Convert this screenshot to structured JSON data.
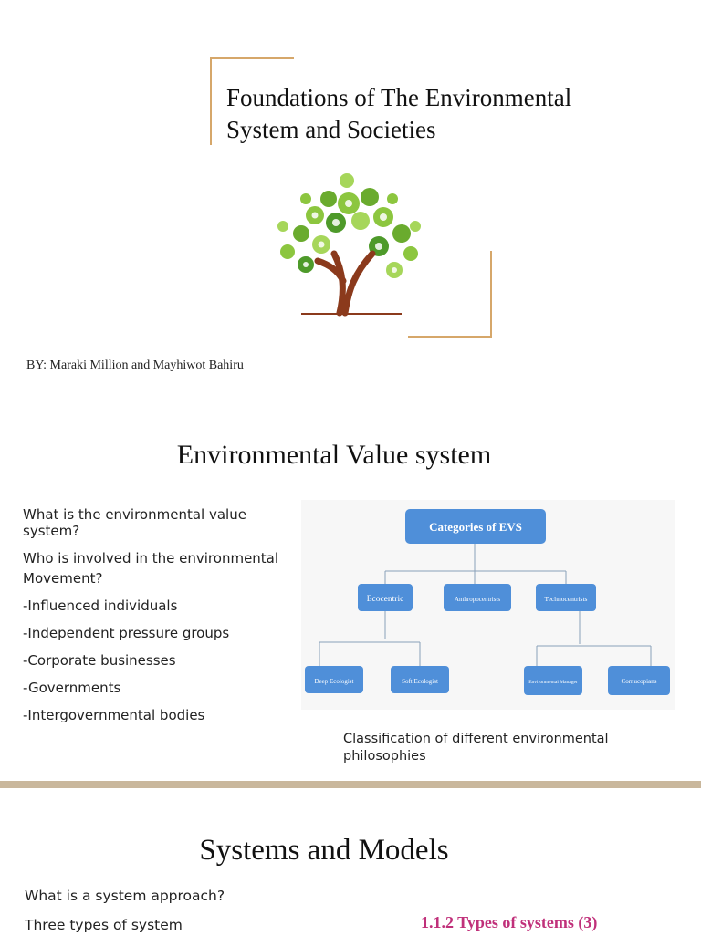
{
  "slide1": {
    "title_line1": "Foundations of The Environmental",
    "title_line2": "System and Societies",
    "byline": "BY: Maraki Million and Mayhiwot Bahiru",
    "accent_color": "#d6a76a"
  },
  "slide2": {
    "title": "Environmental Value system",
    "list": [
      "What is the environmental value system?",
      "Who is involved in the environmental",
      "Movement?",
      "-Influenced individuals",
      "-Independent pressure groups",
      "-Corporate businesses",
      "-Governments",
      "-Intergovernmental bodies"
    ],
    "diagram": {
      "root": "Categories of EVS",
      "level1": [
        "Ecocentric",
        "Anthropocentrists",
        "Technocentrists"
      ],
      "level2_eco": [
        "Deep Ecologist",
        "Soft Ecologist"
      ],
      "level2_tech": [
        "Environmental Manager",
        "Cornucopians"
      ],
      "box_color": "#4f8fd9"
    },
    "caption": "Classification of different environmental philosophies"
  },
  "slide3": {
    "title": "Systems and Models",
    "list": [
      "What is a system approach?",
      "Three types of system"
    ],
    "types_heading": "1.1.2 Types of systems (3)",
    "heading_color": "#c0307a"
  },
  "divider_color": "#c9b79c"
}
